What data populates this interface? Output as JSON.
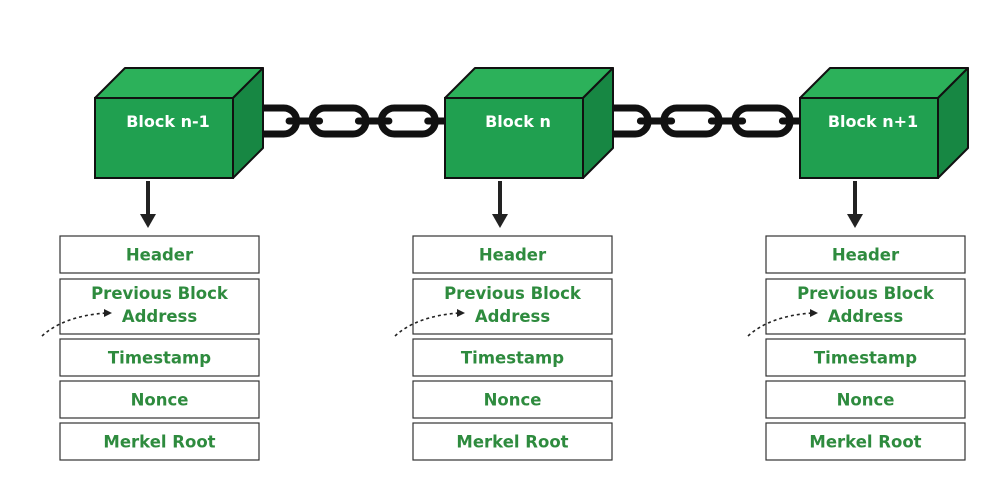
{
  "blocks": [
    {
      "label": "Block n-1",
      "fields": [
        "Header",
        "Previous Block Address",
        "Timestamp",
        "Nonce",
        "Merkel Root"
      ]
    },
    {
      "label": "Block n",
      "fields": [
        "Header",
        "Previous Block Address",
        "Timestamp",
        "Nonce",
        "Merkel Root"
      ]
    },
    {
      "label": "Block n+1",
      "fields": [
        "Header",
        "Previous Block Address",
        "Timestamp",
        "Nonce",
        "Merkel Root"
      ]
    }
  ],
  "field_lines": {
    "previous_block_address": [
      "Previous Block",
      "Address"
    ]
  },
  "colors": {
    "cube_front": "#20a050",
    "cube_top": "#2cb15a",
    "cube_side": "#178743",
    "outline": "#111111",
    "text_green": "#2e8b3e",
    "box_border": "#333333",
    "arrow": "#222222"
  }
}
